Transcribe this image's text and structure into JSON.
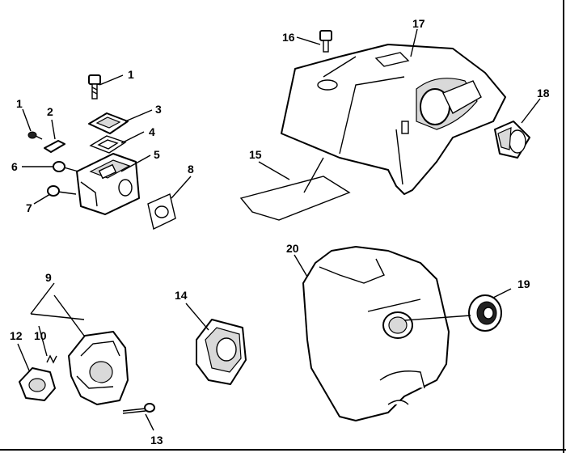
{
  "callouts": {
    "c1a": "1",
    "c1b": "1",
    "c2": "2",
    "c3": "3",
    "c4": "4",
    "c5": "5",
    "c6": "6",
    "c7": "7",
    "c8": "8",
    "c9": "9",
    "c10": "10",
    "c12": "12",
    "c13": "13",
    "c14": "14",
    "c15": "15",
    "c16": "16",
    "c17": "17",
    "c18": "18",
    "c19": "19",
    "c20": "20"
  }
}
